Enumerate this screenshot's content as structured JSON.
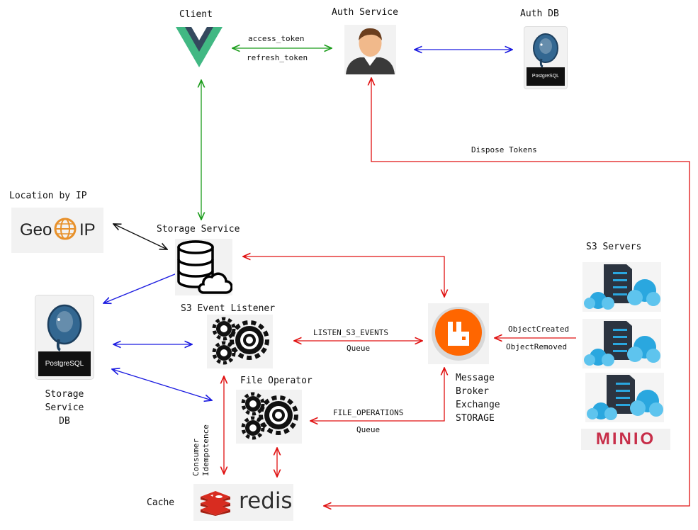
{
  "nodes": {
    "client": {
      "label": "Client",
      "icon": "vue-logo-icon"
    },
    "auth_service": {
      "label": "Auth Service",
      "icon": "user-avatar-icon"
    },
    "auth_db": {
      "label": "Auth DB",
      "icon": "postgresql-icon",
      "logo_text": "PostgreSQL"
    },
    "location": {
      "label": "Location by IP",
      "icon": "geoip-logo-icon",
      "logo_text_left": "Geo",
      "logo_text_right": "IP"
    },
    "storage_service": {
      "label": "Storage Service",
      "icon": "database-cloud-icon"
    },
    "storage_db": {
      "label_lines": [
        "Storage",
        "Service",
        "DB"
      ],
      "icon": "postgresql-icon",
      "logo_text": "PostgreSQL"
    },
    "s3_event_listener": {
      "label": "S3 Event Listener",
      "icon": "gears-icon"
    },
    "file_operator": {
      "label": "File Operator",
      "icon": "gears-icon"
    },
    "message_broker": {
      "label_lines": [
        "Message",
        "Broker",
        "Exchange",
        "STORAGE"
      ],
      "icon": "rabbitmq-icon"
    },
    "s3_servers": {
      "label": "S3 Servers",
      "icon": "server-cloud-icon",
      "logo_text": "MINIO"
    },
    "cache": {
      "label": "Cache",
      "icon": "redis-logo-icon",
      "logo_text": "redis"
    }
  },
  "edges": {
    "client_auth": {
      "top": "access_token",
      "bottom": "refresh_token",
      "color": "#1a9c1a"
    },
    "dispose": {
      "label": "Dispose Tokens",
      "color": "#e01010"
    },
    "listen": {
      "top": "LISTEN_S3_EVENTS",
      "bottom": "Queue",
      "color": "#e01010"
    },
    "fileops": {
      "top": "FILE_OPERATIONS",
      "bottom": "Queue",
      "color": "#e01010"
    },
    "s3_events": {
      "top": "ObjectCreated",
      "bottom": "ObjectRemoved",
      "color": "#e01010"
    },
    "idempotence": {
      "lines": [
        "Consumer",
        "Idempotence"
      ],
      "color": "#e01010"
    },
    "db_links_color": "#1a1ae0",
    "geo_link_color": "#111111"
  }
}
